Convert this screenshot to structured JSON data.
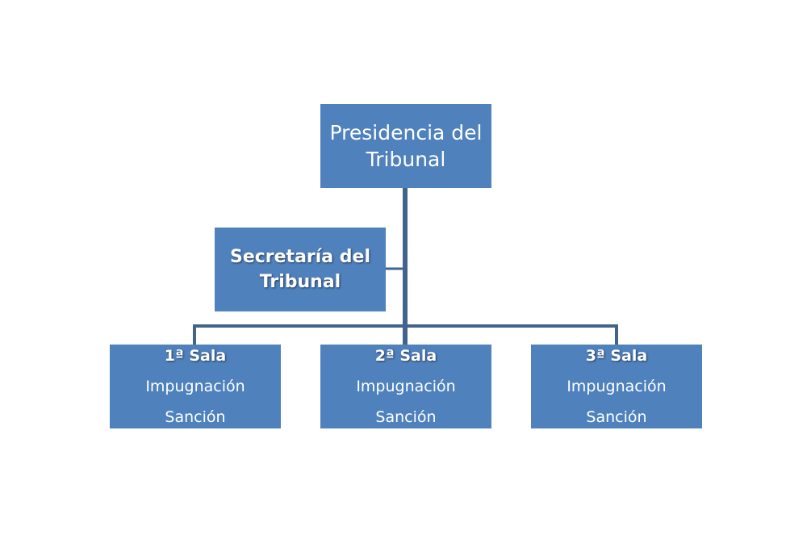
{
  "colors": {
    "box_fill": "#4f81bd",
    "connector": "#41648e",
    "text": "#ffffff",
    "background": "#ffffff"
  },
  "presidencia": {
    "line1": "Presidencia del",
    "line2": "Tribunal"
  },
  "secretaria": {
    "line1": "Secretaría del",
    "line2": "Tribunal"
  },
  "salas": [
    {
      "title": "1ª Sala",
      "line1": "Impugnación",
      "line2": "Sanción"
    },
    {
      "title": "2ª Sala",
      "line1": "Impugnación",
      "line2": "Sanción"
    },
    {
      "title": "3ª Sala",
      "line1": "Impugnación",
      "line2": "Sanción"
    }
  ]
}
